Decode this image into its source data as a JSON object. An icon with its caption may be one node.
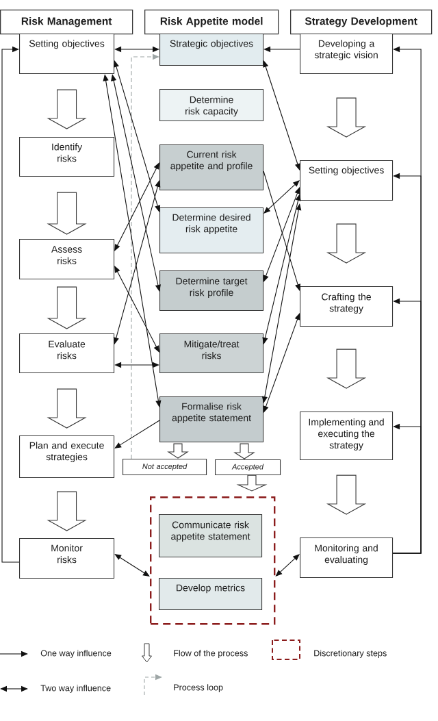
{
  "diagram": {
    "nodes": [
      {
        "text": [
          "Risk Management"
        ]
      },
      {
        "text": [
          "Risk Appetite model"
        ]
      },
      {
        "text": [
          "Strategy Development"
        ]
      },
      {
        "text": [
          "Setting objectives"
        ]
      },
      {
        "text": [
          "Identify risks"
        ]
      },
      {
        "text": [
          "Assess risks"
        ]
      },
      {
        "text": [
          "Evaluate risks"
        ]
      },
      {
        "text": [
          "Plan and execute strategies"
        ]
      },
      {
        "text": [
          "Monitor risks"
        ]
      },
      {
        "text": [
          "Strategic objectives"
        ]
      },
      {
        "text": [
          "Determine risk capacity"
        ]
      },
      {
        "text": [
          "Current risk appetite and profile"
        ]
      },
      {
        "text": [
          "Determine desired risk appetite"
        ]
      },
      {
        "text": [
          "Determine target risk profile"
        ]
      },
      {
        "text": [
          "Mitigate/treat risks"
        ]
      },
      {
        "text": [
          "Formalise risk appetite statement"
        ]
      },
      {
        "text": [
          "Not accepted"
        ]
      },
      {
        "text": [
          "Accepted"
        ]
      },
      {
        "text": [],
        "shape": "box"
      },
      {
        "text": [
          "Communicate risk appetite statement"
        ],
        "in": 18
      },
      {
        "text": [
          "Develop metrics"
        ],
        "in": 18
      },
      {
        "text": [
          "Developing a strategic vision"
        ]
      },
      {
        "text": [
          "Setting objectives"
        ]
      },
      {
        "text": [
          "Crafting the strategy"
        ]
      },
      {
        "text": [
          "Implementing and executing the strategy"
        ]
      },
      {
        "text": [
          "Monitoring and evaluating"
        ]
      }
    ],
    "edges": [
      {
        "from": 3,
        "to": 4,
        "arrow": "to",
        "style": "thick"
      },
      {
        "from": 4,
        "to": 5,
        "arrow": "to",
        "style": "thick"
      },
      {
        "from": 5,
        "to": 6,
        "arrow": "to",
        "style": "thick"
      },
      {
        "from": 6,
        "to": 7,
        "arrow": "to",
        "style": "thick"
      },
      {
        "from": 7,
        "to": 8,
        "arrow": "to",
        "style": "thick"
      },
      {
        "from": 21,
        "to": 22,
        "arrow": "to",
        "style": "thick"
      },
      {
        "from": 22,
        "to": 23,
        "arrow": "to",
        "style": "thick"
      },
      {
        "from": 23,
        "to": 24,
        "arrow": "to",
        "style": "thick"
      },
      {
        "from": 24,
        "to": 25,
        "arrow": "to",
        "style": "thick"
      },
      {
        "from": 15,
        "to": 16,
        "arrow": "to",
        "style": "thick"
      },
      {
        "from": 15,
        "to": 17,
        "arrow": "to",
        "style": "thick"
      },
      {
        "from": 17,
        "to": 18,
        "arrow": "to",
        "style": "thick"
      },
      {
        "from": 8,
        "to": 3,
        "arrow": "to"
      },
      {
        "from": 25,
        "to": 21,
        "arrow": "to"
      },
      {
        "from": 25,
        "to": 22,
        "arrow": "to"
      },
      {
        "from": 25,
        "to": 23,
        "arrow": "to"
      },
      {
        "from": 25,
        "to": 24,
        "arrow": "to"
      },
      {
        "from": 16,
        "to": 9,
        "arrow": "to",
        "style": "dashed",
        "color": "#9ea6a6"
      },
      {
        "from": 3,
        "to": 9,
        "arrow": "both"
      },
      {
        "from": 21,
        "to": 9,
        "arrow": "to"
      },
      {
        "from": 9,
        "to": 22,
        "arrow": "both"
      },
      {
        "from": 3,
        "to": 12,
        "arrow": "both"
      },
      {
        "from": 3,
        "to": 13,
        "arrow": "both"
      },
      {
        "from": 3,
        "to": 15,
        "arrow": "both"
      },
      {
        "from": 5,
        "to": 11,
        "arrow": "both"
      },
      {
        "from": 6,
        "to": 11,
        "arrow": "both"
      },
      {
        "from": 5,
        "to": 14,
        "arrow": "both"
      },
      {
        "from": 6,
        "to": 14,
        "arrow": "both"
      },
      {
        "from": 15,
        "to": 7,
        "arrow": "to"
      },
      {
        "from": 8,
        "to": 18,
        "arrow": "both"
      },
      {
        "from": 25,
        "to": 18,
        "arrow": "both"
      },
      {
        "from": 11,
        "to": 23,
        "arrow": "to"
      },
      {
        "from": 12,
        "to": 22,
        "arrow": "both"
      },
      {
        "from": 13,
        "to": 22,
        "arrow": "both"
      },
      {
        "from": 14,
        "to": 22,
        "arrow": "both"
      },
      {
        "from": 15,
        "to": 22,
        "arrow": "both"
      },
      {
        "from": 15,
        "to": 23,
        "arrow": "both"
      }
    ],
    "legend": [
      {
        "text": "One way influence"
      },
      {
        "text": "Flow of the process"
      },
      {
        "text": "Discretionary steps"
      },
      {
        "text": "Two way influence"
      },
      {
        "text": "Process loop"
      }
    ]
  }
}
